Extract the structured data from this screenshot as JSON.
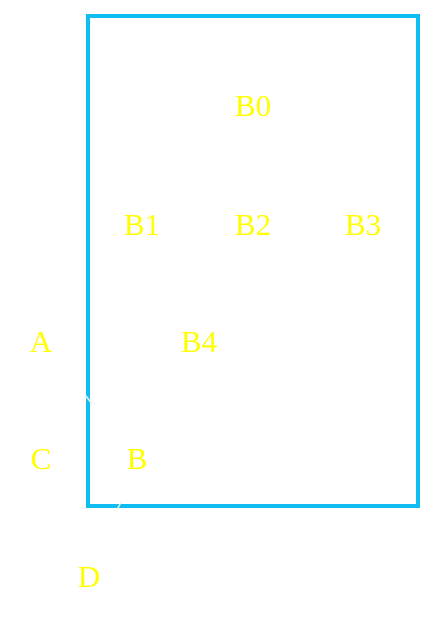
{
  "colors": {
    "background": "#ffffff",
    "frame": "#10bdf0",
    "label": "#ffff00",
    "faint_stroke": "#f2f2f2"
  },
  "labels": {
    "b0": "B0",
    "b1": "B1",
    "b2": "B2",
    "b3": "B3",
    "b4": "B4",
    "a": "A",
    "b": "B",
    "c": "C",
    "d": "D"
  }
}
